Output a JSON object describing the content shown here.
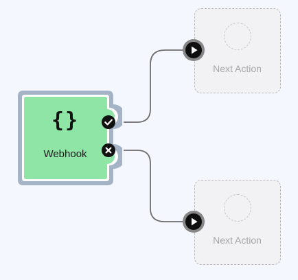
{
  "source_node": {
    "icon": "curly-braces-icon",
    "icon_glyph": "{}",
    "label": "Webhook",
    "color": "#8ee5a6",
    "border_color": "#a4b4c6",
    "outputs": [
      {
        "kind": "success",
        "icon": "check-icon"
      },
      {
        "kind": "failure",
        "icon": "x-icon"
      }
    ]
  },
  "target_nodes": [
    {
      "label": "Next Action",
      "icon": "play-icon"
    },
    {
      "label": "Next Action",
      "icon": "play-icon"
    }
  ],
  "colors": {
    "canvas_background": "#f4f7fd",
    "connector_line": "#6e6e6e",
    "placeholder_background": "#f2f2f4",
    "placeholder_text": "#a5a5a8"
  }
}
